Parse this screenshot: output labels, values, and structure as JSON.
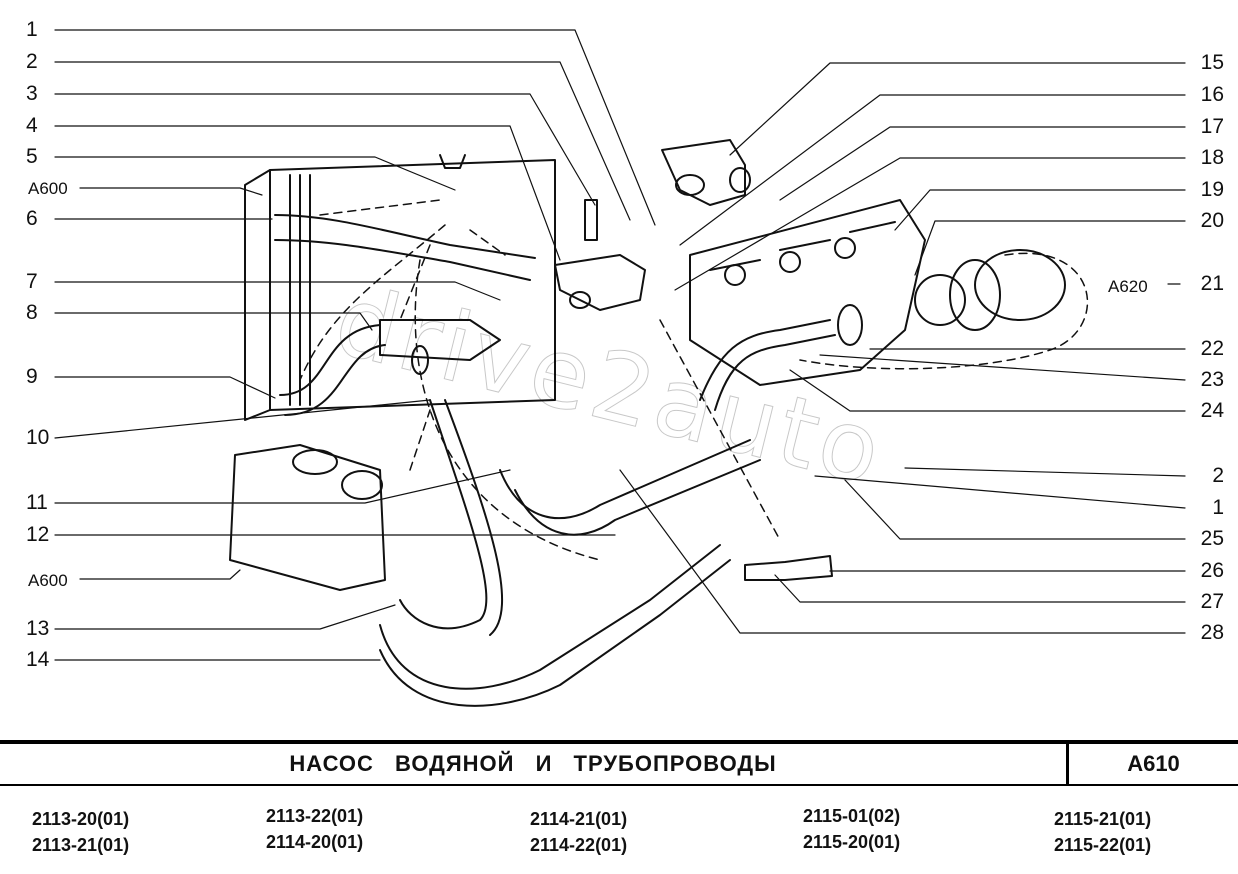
{
  "left_callouts": [
    "1",
    "2",
    "3",
    "4",
    "5",
    "А600",
    "6",
    "7",
    "8",
    "9",
    "10",
    "11",
    "12",
    "А600",
    "13",
    "14"
  ],
  "right_callouts": [
    "15",
    "16",
    "17",
    "18",
    "19",
    "20",
    "21",
    "22",
    "23",
    "24",
    "2",
    "1",
    "25",
    "26",
    "27",
    "28"
  ],
  "assembly_ref": "А620",
  "watermark": "drive2auto",
  "title": "НАСОС ВОДЯНОЙ И ТРУБОПРОВОДЫ",
  "section_code": "А610",
  "models": [
    [
      "2113-20(01)",
      "2113-21(01)"
    ],
    [
      "2113-22(01)",
      "2114-20(01)"
    ],
    [
      "2114-21(01)",
      "2114-22(01)"
    ],
    [
      "2115-01(02)",
      "2115-20(01)"
    ],
    [
      "2115-21(01)",
      "2115-22(01)"
    ]
  ]
}
